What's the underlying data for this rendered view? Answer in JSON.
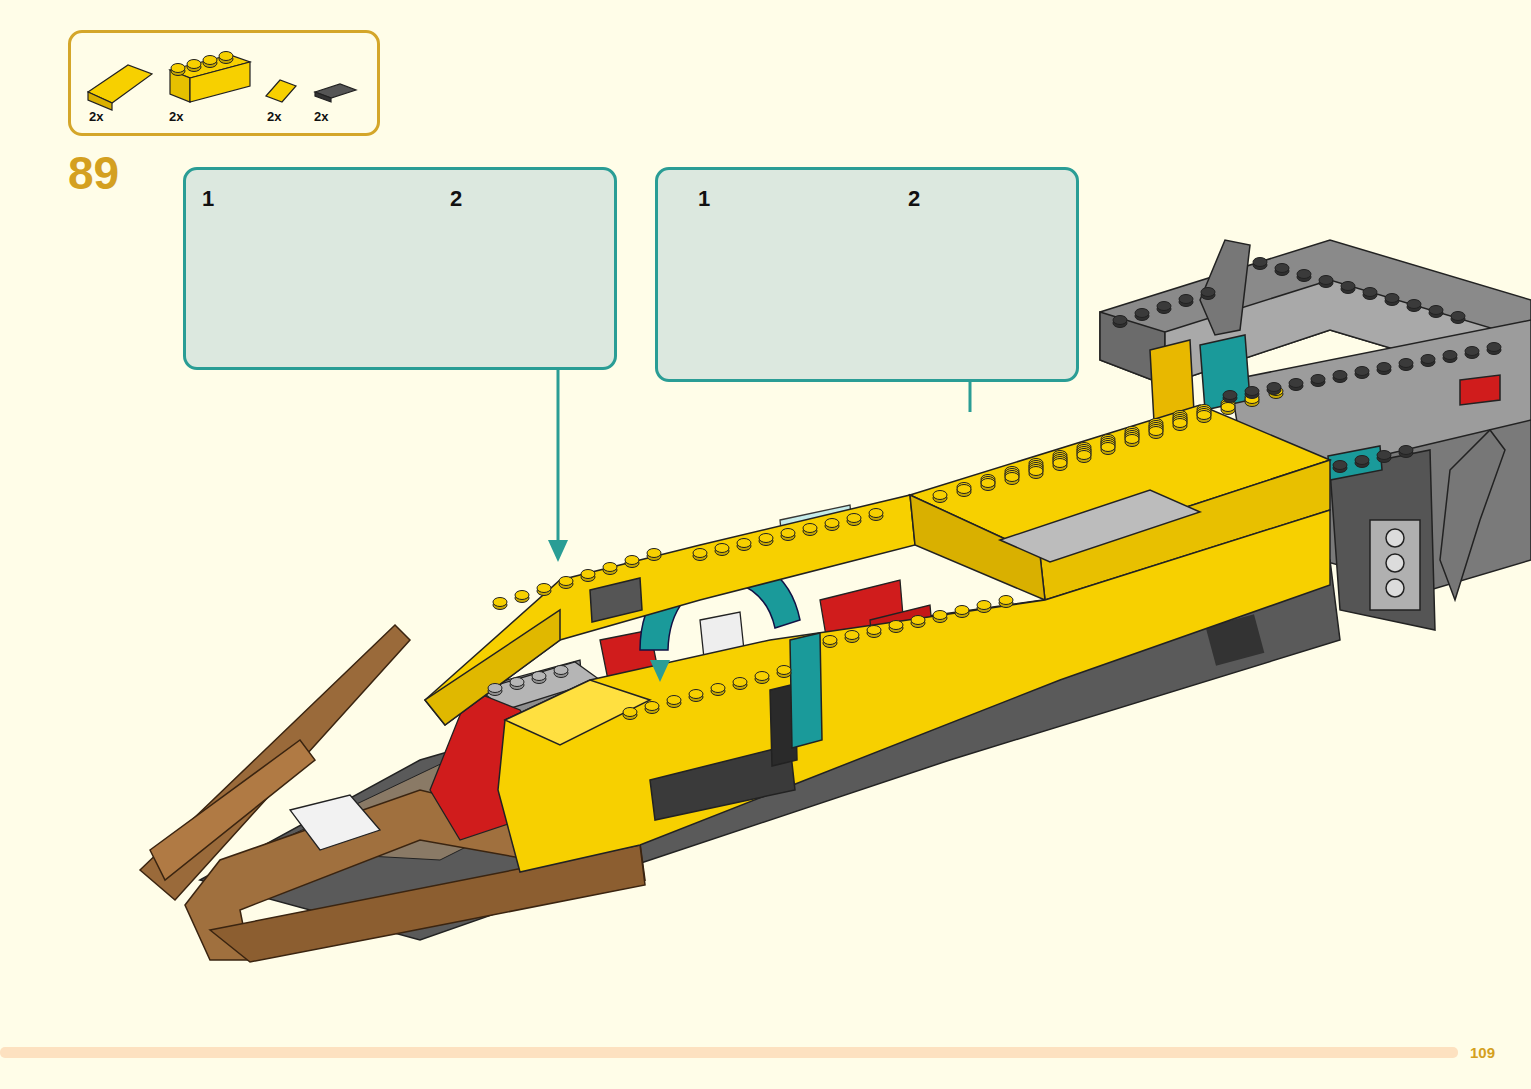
{
  "diagram": {
    "nodes": [
      {
        "text": [
          "2x",
          "2x",
          "2x",
          "2x"
        ]
      },
      {
        "text": [
          "1",
          "2"
        ]
      },
      {
        "text": [
          "1",
          "2"
        ]
      }
    ],
    "labels": [
      "89",
      "109"
    ]
  }
}
